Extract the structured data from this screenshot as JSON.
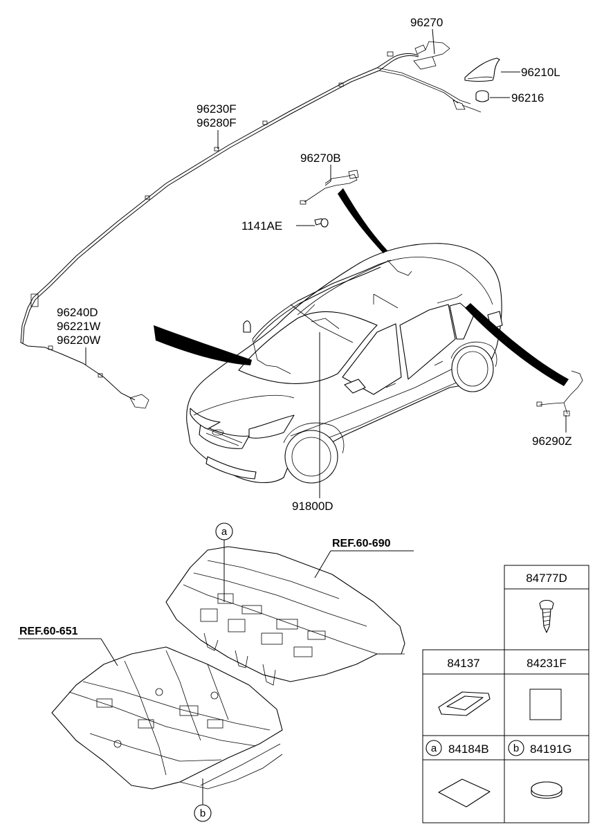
{
  "labels": {
    "p96270": "96270",
    "p96210L": "96210L",
    "p96216": "96216",
    "p96230F": "96230F",
    "p96280F": "96280F",
    "p96270B": "96270B",
    "p1141AE": "1141AE",
    "p96240D": "96240D",
    "p96221W": "96221W",
    "p96220W": "96220W",
    "p96290Z": "96290Z",
    "p91800D": "91800D",
    "ref690": "REF.60-690",
    "ref651": "REF.60-651",
    "circle_a": "a",
    "circle_b": "b"
  },
  "parts_table": {
    "cell_84777D": "84777D",
    "cell_84137": "84137",
    "cell_84231F": "84231F",
    "cell_84184B_marker": "a",
    "cell_84184B": "84184B",
    "cell_84191G_marker": "b",
    "cell_84191G": "84191G"
  }
}
